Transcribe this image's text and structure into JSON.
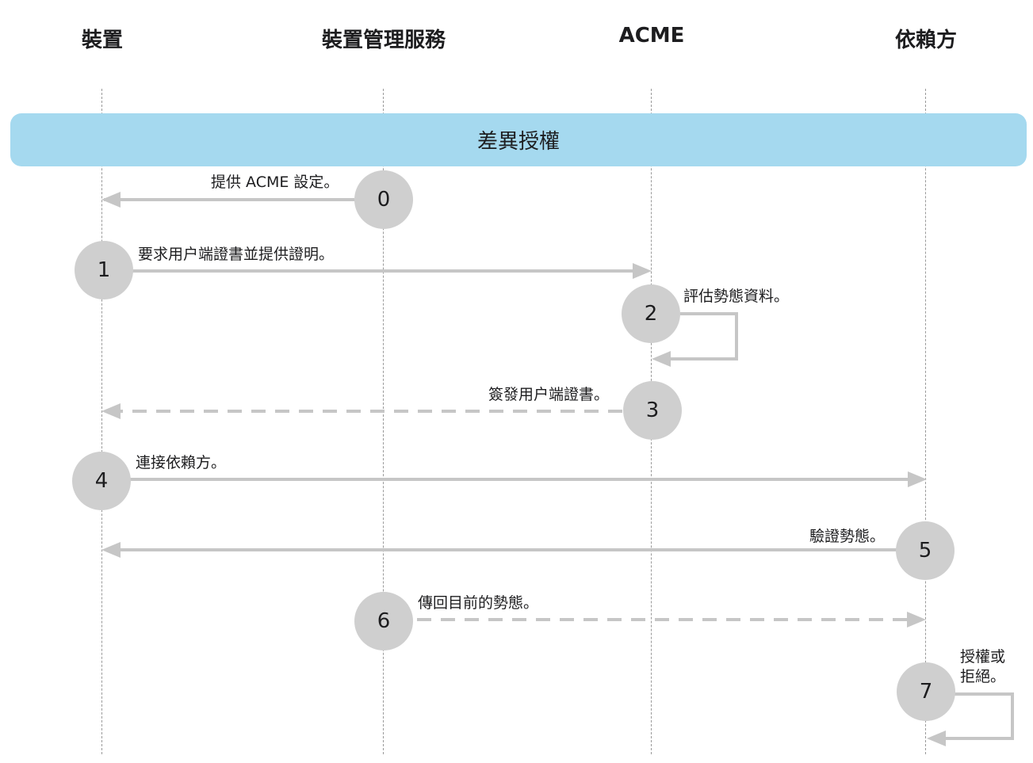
{
  "lanes": [
    {
      "id": "device",
      "title": "裝置"
    },
    {
      "id": "mdm",
      "title": "裝置管理服務"
    },
    {
      "id": "acme",
      "title": "ACME"
    },
    {
      "id": "relying_party",
      "title": "依賴方"
    }
  ],
  "banner": {
    "title": "差異授權",
    "color": "#a5d9ef"
  },
  "colors": {
    "arrow": "#c6c6c6",
    "step_circle": "#cfcfcf",
    "lifeline": "#9a9a9a"
  },
  "steps": [
    {
      "number": "0",
      "label": "提供 ACME 設定。",
      "from": "mdm",
      "to": "device",
      "style": "solid"
    },
    {
      "number": "1",
      "label": "要求用户端證書並提供證明。",
      "from": "device",
      "to": "acme",
      "style": "solid"
    },
    {
      "number": "2",
      "label": "評估勢態資料。",
      "from": "acme",
      "to": "acme",
      "style": "solid"
    },
    {
      "number": "3",
      "label": "簽發用户端證書。",
      "from": "acme",
      "to": "device",
      "style": "dashed"
    },
    {
      "number": "4",
      "label": "連接依賴方。",
      "from": "device",
      "to": "relying_party",
      "style": "solid"
    },
    {
      "number": "5",
      "label": "驗證勢態。",
      "from": "relying_party",
      "to": "device",
      "style": "solid"
    },
    {
      "number": "6",
      "label": "傳回目前的勢態。",
      "from": "mdm",
      "to": "relying_party",
      "style": "dashed"
    },
    {
      "number": "7",
      "label": "授權或\n拒絕。",
      "from": "relying_party",
      "to": "relying_party",
      "style": "solid"
    }
  ]
}
